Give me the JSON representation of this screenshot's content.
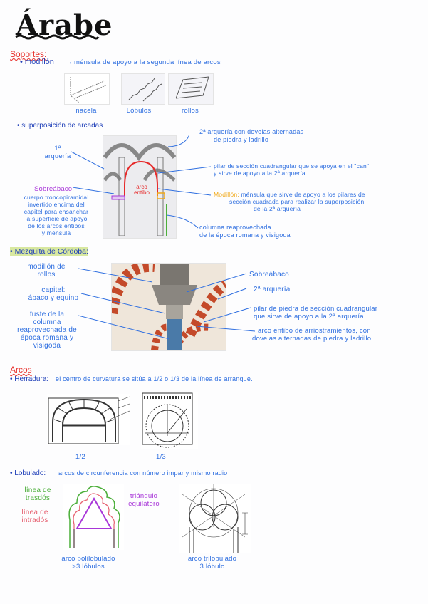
{
  "title": "Árabe",
  "soportes": {
    "heading": "Soportes:",
    "modillon": {
      "label": "• modillón",
      "arrow": "→",
      "definition": "ménsula de apoyo a la segunda línea de arcos",
      "figures": [
        {
          "caption": "nacela"
        },
        {
          "caption": "Lóbulos"
        },
        {
          "caption": "rollos"
        }
      ]
    },
    "superposicion": {
      "label": "• superposición de arcadas",
      "labels": {
        "primera_arqueria_num": "1ª",
        "primera_arqueria": "arquería",
        "sobreabaco_title": "Sobreábaco:",
        "sobreabaco_desc": [
          "cuerpo troncopiramidal",
          "invertido encima del",
          "capitel para ensanchar",
          "la superficie de apoyo",
          "de los arcos entibos",
          "y ménsula"
        ],
        "arco_entibo": [
          "arco",
          "entibo"
        ],
        "segunda_arqueria": [
          "2ª arquería con dovelas alternadas",
          "de piedra y ladrillo"
        ],
        "pilar": [
          "pilar de sección cuadrangular que se apoya en el \"can\"",
          "y sirve de apoyo a la 2ª arquería"
        ],
        "modillon_title": "Modillón:",
        "modillon_desc": [
          "ménsula que sirve de apoyo a los pilares de",
          "sección cuadrada para realizar la superposición",
          "de la 2ª arquería"
        ],
        "columna": [
          "columna reaprovechada",
          "de la época romana y visigoda"
        ]
      }
    },
    "mezquita": {
      "label": "• Mezquita de Córdoba:",
      "left_labels": [
        [
          "modillón de",
          "rollos"
        ],
        [
          "capitel:",
          "ábaco y equino"
        ],
        [
          "fuste de la",
          "columna",
          "reaprovechada de",
          "época romana y",
          "visigoda"
        ]
      ],
      "right_labels": [
        [
          "Sobreábaco"
        ],
        [
          "2ª arquería"
        ],
        [
          "pilar de piedra de sección cuadrangular",
          "que sirve de apoyo a la 2ª arquería"
        ],
        [
          "arco entibo de arriostramientos, con",
          "dovelas alternadas de piedra y ladrillo"
        ]
      ]
    }
  },
  "arcos": {
    "heading": "Arcos",
    "herradura": {
      "label": "• Herradura:",
      "text": "el centro de curvatura se sitúa a 1/2 o 1/3 de la línea de arranque.",
      "captions": [
        "1/2",
        "1/3"
      ]
    },
    "lobulado": {
      "label": "• Lobulado:",
      "text": "arcos de circunferencia con número impar y mismo radio",
      "legend": {
        "trasdos": [
          "línea de",
          "trasdós"
        ],
        "intrados": [
          "línea de",
          "intradós"
        ],
        "triangulo": [
          "triángulo",
          "equilátero"
        ]
      },
      "captions": [
        [
          "arco polilobulado",
          ">3 lóbulos"
        ],
        [
          "arco trilobulado",
          "3 lóbulo"
        ]
      ]
    }
  },
  "colors": {
    "ink_blue": "#2f6fe0",
    "heading_red": "#e8322e",
    "highlight_green": "#d8e8a0",
    "purple": "#a836d8",
    "orange": "#f0a818",
    "green": "#4caf3a",
    "pink": "#e66070"
  }
}
